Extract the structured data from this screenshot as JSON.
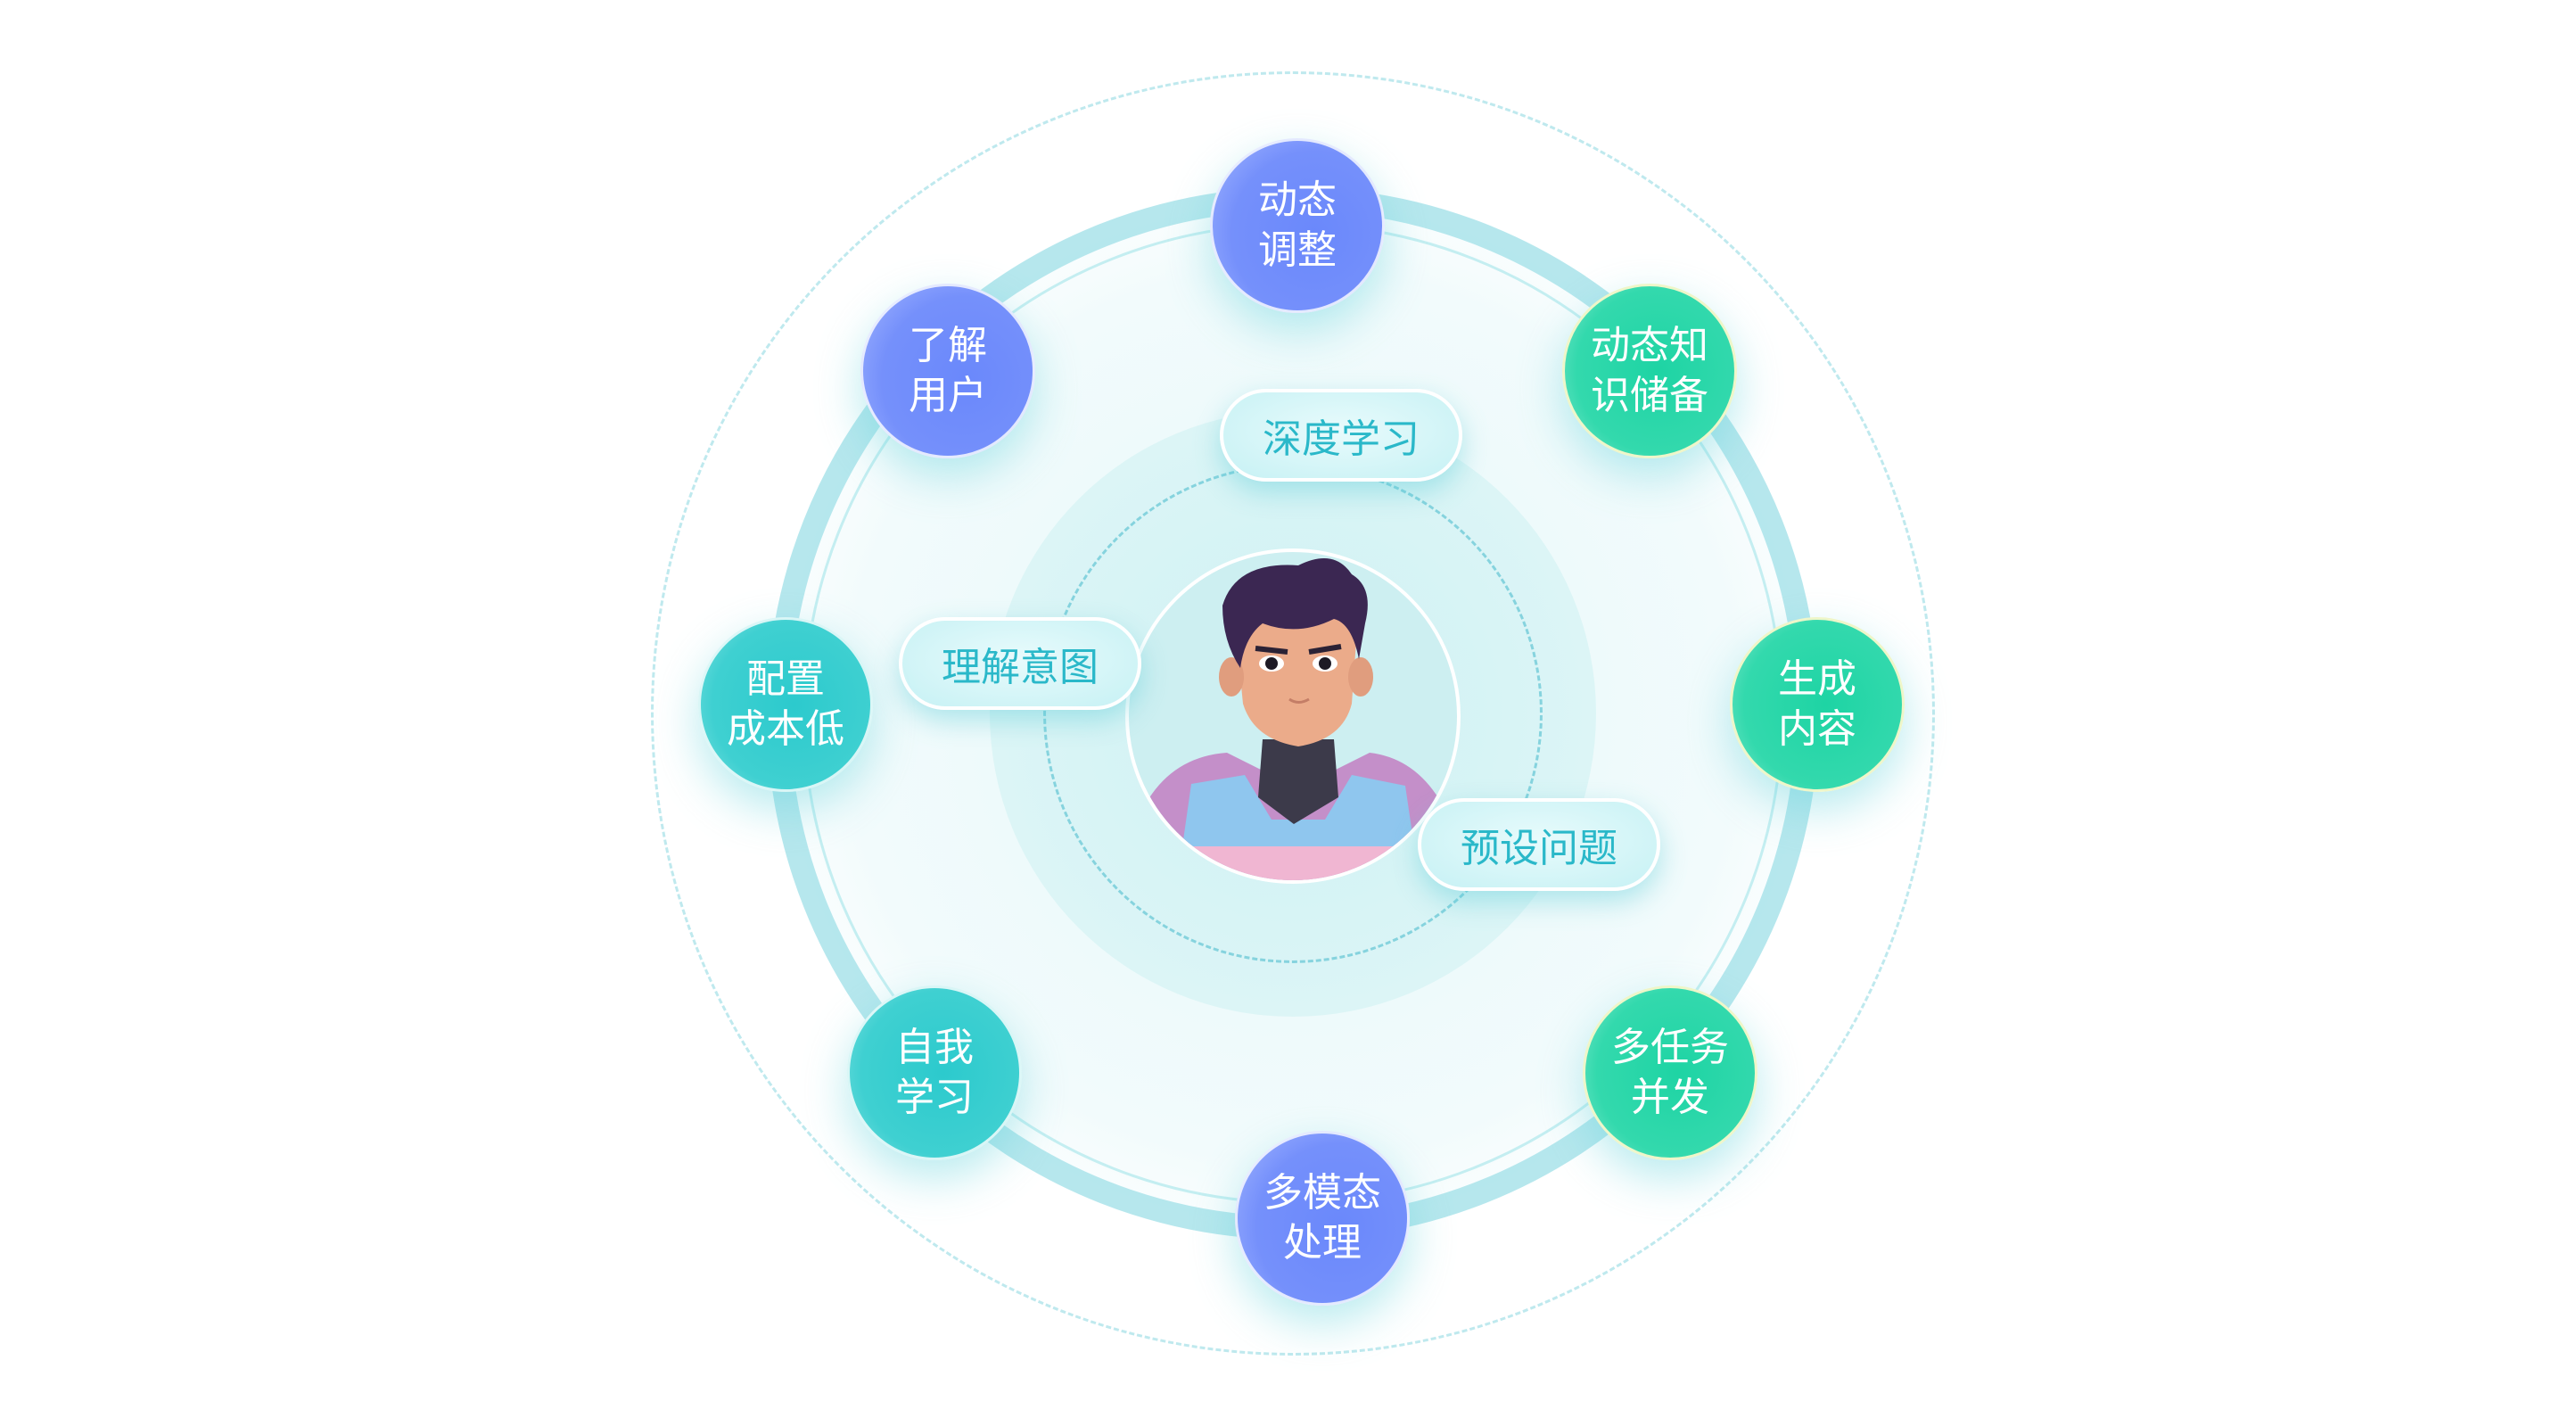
{
  "diagram": {
    "type": "radial-capability-diagram",
    "center": {
      "avatar": "cartoon-man-in-pink-armor"
    },
    "inner_pills": [
      {
        "label": "深度学习",
        "position": "top"
      },
      {
        "label": "理解意图",
        "position": "left"
      },
      {
        "label": "预设问题",
        "position": "bottom-right"
      }
    ],
    "outer_nodes": [
      {
        "label": "动态\n调整",
        "color": "blue"
      },
      {
        "label": "动态知\n识储备",
        "color": "green"
      },
      {
        "label": "生成\n内容",
        "color": "green"
      },
      {
        "label": "多任务\n并发",
        "color": "green"
      },
      {
        "label": "多模态\n处理",
        "color": "blue"
      },
      {
        "label": "自我\n学习",
        "color": "teal"
      },
      {
        "label": "配置\n成本低",
        "color": "teal"
      },
      {
        "label": "了解\n用户",
        "color": "blue"
      }
    ],
    "colors": {
      "blue": "#6a88fb",
      "green": "#1ed4a4",
      "teal": "#2ccacd",
      "pill_text": "#2ab8c9",
      "ring": "#a9e3ea"
    }
  }
}
